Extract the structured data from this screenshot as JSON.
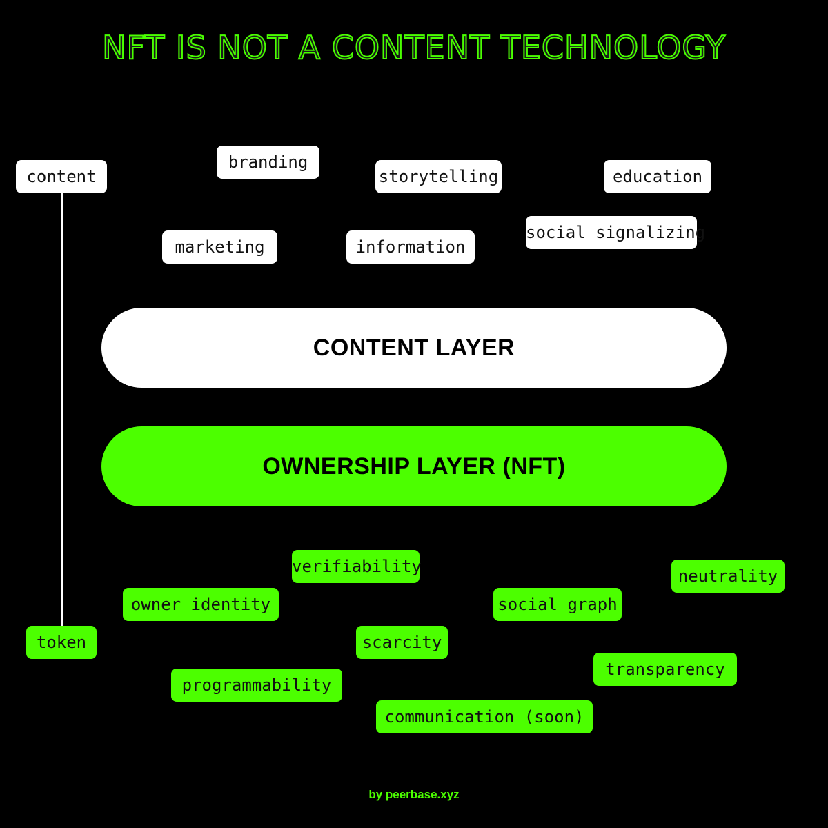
{
  "title": "NFT IS NOT A CONTENT TECHNOLOGY",
  "colors": {
    "background": "#000000",
    "accent_green": "#4cff00",
    "content_white": "#ffffff"
  },
  "content_tags": {
    "content": "content",
    "branding": "branding",
    "storytelling": "storytelling",
    "education": "education",
    "marketing": "marketing",
    "information": "information",
    "social_signalizing": "social signalizing"
  },
  "layers": {
    "content_layer": "CONTENT LAYER",
    "ownership_layer": "OWNERSHIP LAYER (NFT)"
  },
  "ownership_tags": {
    "verifiability": "verifiability",
    "neutrality": "neutrality",
    "owner_identity": "owner identity",
    "social_graph": "social graph",
    "token": "token",
    "scarcity": "scarcity",
    "transparency": "transparency",
    "programmability": "programmability",
    "communication": "communication (soon)"
  },
  "credit": "by peerbase.xyz"
}
